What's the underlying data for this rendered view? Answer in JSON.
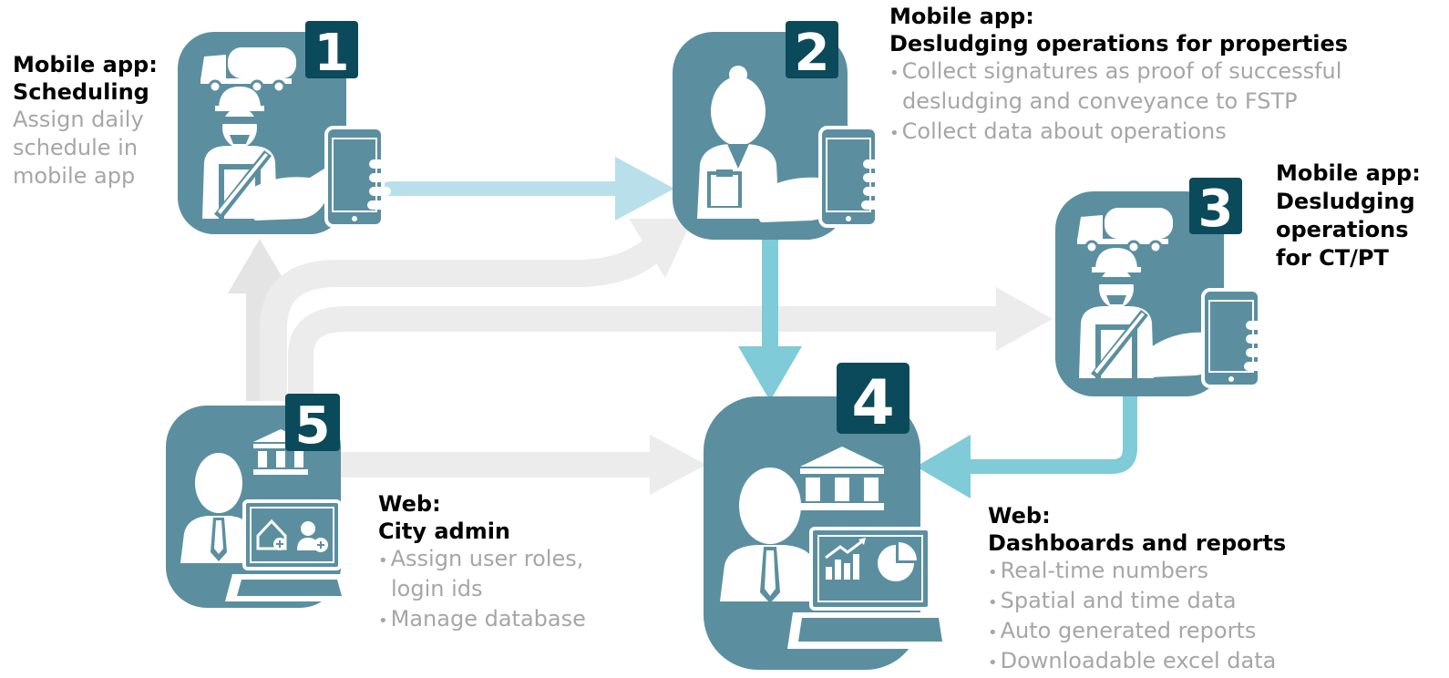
{
  "colors": {
    "node_fill": "#5b8fa0",
    "badge_fill": "#0b4a5a",
    "arrow_light": "#b9e0ea",
    "arrow_teal": "#7fcbd8",
    "arrow_grey": "#e4e4e4",
    "icon_white": "#ffffff"
  },
  "nodes": [
    {
      "id": "n1",
      "number": "1",
      "icon": "desludging-operator-with-phone-icon"
    },
    {
      "id": "n2",
      "number": "2",
      "icon": "field-officer-with-phone-icon"
    },
    {
      "id": "n3",
      "number": "3",
      "icon": "desludging-operator-with-phone-icon"
    },
    {
      "id": "n4",
      "number": "4",
      "icon": "official-with-dashboard-laptop-icon"
    },
    {
      "id": "n5",
      "number": "5",
      "icon": "admin-with-user-management-laptop-icon"
    }
  ],
  "labels": {
    "n1": {
      "head_line1": "Mobile app:",
      "head_line2": "Scheduling",
      "body": [
        "Assign daily",
        "schedule in",
        "mobile app"
      ]
    },
    "n2": {
      "head_line1": "Mobile app:",
      "head_line2": "Desludging operations for properties",
      "bullets": [
        "Collect signatures as proof of successful",
        "desludging and conveyance to FSTP",
        "Collect data about operations"
      ]
    },
    "n3": {
      "head": [
        "Mobile app:",
        "Desludging",
        "operations",
        "for CT/PT"
      ]
    },
    "n4": {
      "head_line1": "Web:",
      "head_line2": "Dashboards and reports",
      "bullets": [
        "Real-time numbers",
        "Spatial and time data",
        "Auto generated reports",
        "Downloadable excel data"
      ]
    },
    "n5": {
      "head_line1": "Web:",
      "head_line2": "City admin",
      "bullets": [
        "Assign user roles,",
        "login ids",
        "Manage database"
      ]
    }
  },
  "edges": [
    {
      "from": "n1",
      "to": "n2",
      "style": "light"
    },
    {
      "from": "n2",
      "to": "n4",
      "style": "teal"
    },
    {
      "from": "n3",
      "to": "n4",
      "style": "teal"
    },
    {
      "from": "n5",
      "to": "n1",
      "style": "grey"
    },
    {
      "from": "n5",
      "to": "n2",
      "style": "grey"
    },
    {
      "from": "n5",
      "to": "n3",
      "style": "grey"
    },
    {
      "from": "n5",
      "to": "n4",
      "style": "grey"
    }
  ]
}
